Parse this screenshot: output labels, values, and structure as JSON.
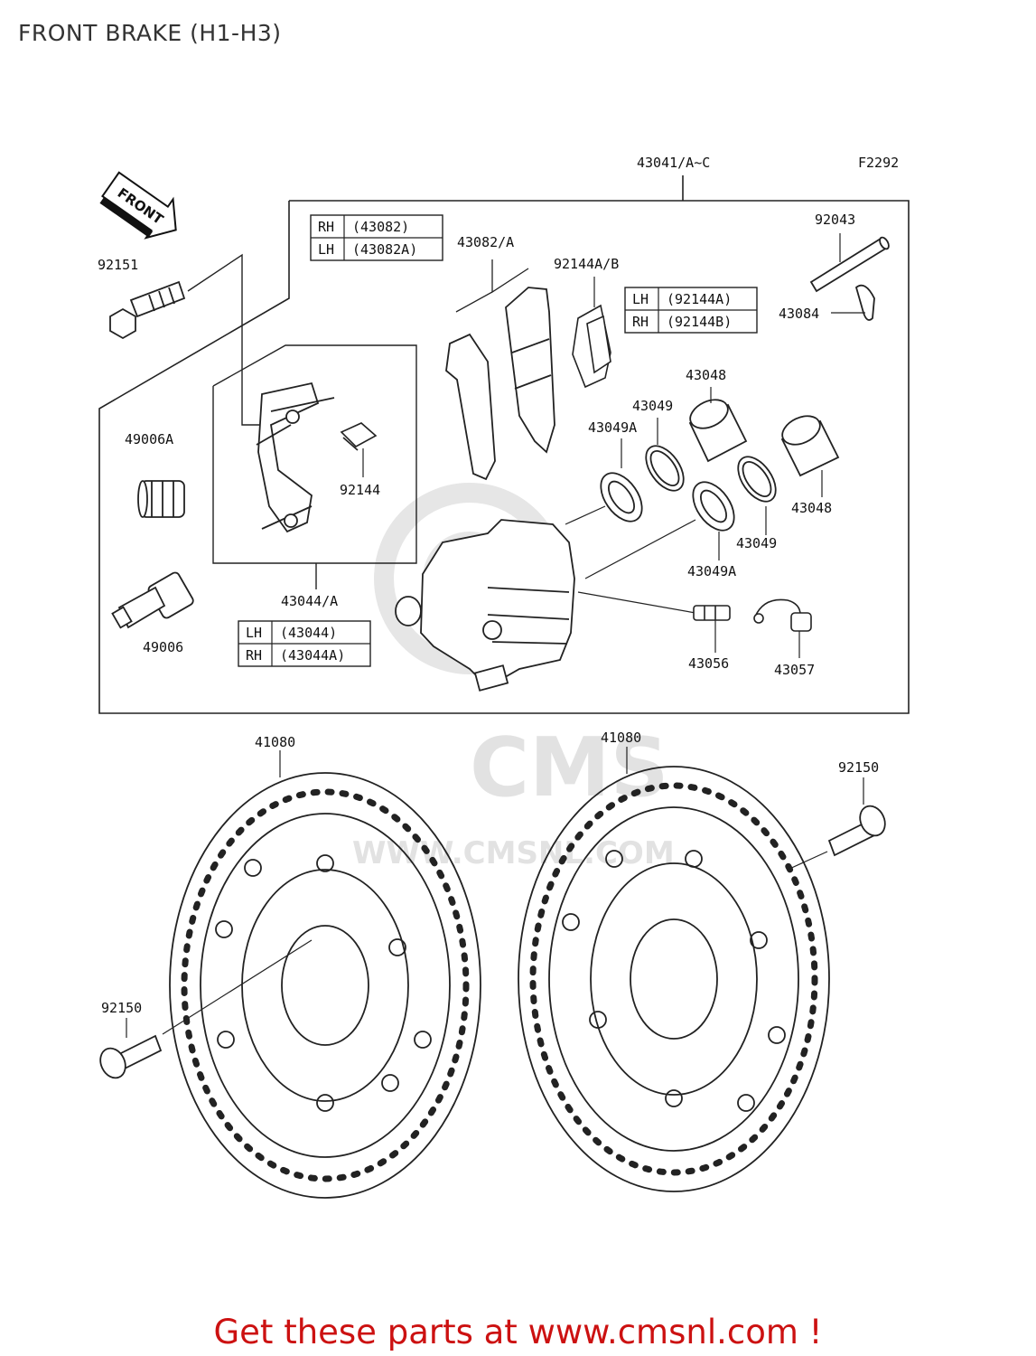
{
  "title": "FRONT BRAKE (H1-H3)",
  "figure_code": "F2292",
  "front_arrow_label": "FRONT",
  "watermark": {
    "logo_text": "CMS",
    "url_text": "WWW.CMSNL.COM"
  },
  "footer": "Get these parts at www.cmsnl.com !",
  "part_labels": {
    "assy": "43041/A~C",
    "bolt_top": "92151",
    "bleeder_cap": "49006A",
    "bleeder_valve": "49006",
    "bracket": "43044/A",
    "clip": "92144",
    "pads": "43082/A",
    "shims": "92144A/B",
    "pin": "92043",
    "cotter": "43084",
    "piston_upper": "43048",
    "piston_right": "43048",
    "seal_upper": "43049",
    "seal_right": "43049",
    "dust_seal_upper": "43049A",
    "dust_seal_lower": "43049A",
    "bleeder_screw": "43056",
    "bleeder_cap_rubber": "43057",
    "disc_left": "41080",
    "disc_right": "41080",
    "disc_bolt_right": "92150",
    "disc_bolt_left": "92150"
  },
  "tables": {
    "pads": [
      {
        "side": "RH",
        "part": "(43082)"
      },
      {
        "side": "LH",
        "part": "(43082A)"
      }
    ],
    "shims": [
      {
        "side": "LH",
        "part": "(92144A)"
      },
      {
        "side": "RH",
        "part": "(92144B)"
      }
    ],
    "bracket": [
      {
        "side": "LH",
        "part": "(43044)"
      },
      {
        "side": "RH",
        "part": "(43044A)"
      }
    ]
  }
}
